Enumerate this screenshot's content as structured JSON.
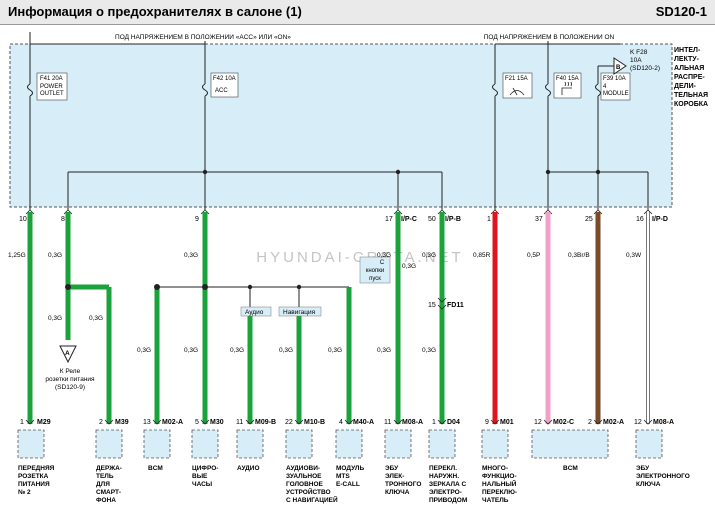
{
  "header": {
    "title": "Информация о предохранителях в салоне (1)",
    "code": "SD120-1"
  },
  "junction_box": {
    "label_lines": [
      "ИНТЕЛ-",
      "ЛЕКТУ-",
      "АЛЬНАЯ",
      "РАСПРЕ-",
      "ДЕЛИ-",
      "ТЕЛЬНАЯ",
      "КОРОБКА"
    ],
    "power_left": "ПОД НАПРЯЖЕНИЕМ В ПОЛОЖЕНИИ «ACC» ИЛИ «ON»",
    "power_right": "ПОД НАПРЯЖЕНИЕМ В ПОЛОЖЕНИИ ON"
  },
  "fuses": [
    {
      "id": "F41 20A",
      "lines": [
        "POWER",
        "OUTLET"
      ]
    },
    {
      "id": "F42 10A",
      "lines": [
        "ACC"
      ]
    },
    {
      "id": "F21 15A",
      "lines": []
    },
    {
      "id": "F40 15A",
      "lines": []
    },
    {
      "id": "F39 10A",
      "lines": [
        "4",
        "MODULE"
      ]
    }
  ],
  "k_ref_top": {
    "letter": "B",
    "lines": [
      "K F28",
      "10A",
      "(SD120-2)"
    ]
  },
  "k_ref_mid": {
    "letter": "A",
    "lines": [
      "К Реле",
      "розетки питания",
      "(SD120-9)"
    ]
  },
  "top_pins": [
    "10",
    "8",
    "9",
    "17",
    "50",
    "1",
    "37",
    "25",
    "16"
  ],
  "top_connectors": [
    "I/P-C",
    "I/P-B",
    "I/P-D"
  ],
  "wires": {
    "w1": "1,25G",
    "w2": "0,3G",
    "w3": "0,3G",
    "w4": "0,3G",
    "w5": "0,3G",
    "w6": "0,85R",
    "w7": "0,5P",
    "w8": "0,3Br/B",
    "w9": "0,3W",
    "b1": "0,3G",
    "b2": "0,3G",
    "b3": "0,3G",
    "b4": "0,3G",
    "b5": "0,3G",
    "b6": "0,3G",
    "b7": "0,3G",
    "b8": "0,3G",
    "b9": "0,3G",
    "b10": "0,3G"
  },
  "fd11": {
    "pin": "15",
    "name": "FD11"
  },
  "tags": {
    "audio": "Аудио",
    "nav": "Навигация",
    "start_lines": [
      "С",
      "кнопки",
      "пуск"
    ]
  },
  "watermark": "HYUNDAI-CRETA.NET",
  "bottom": [
    {
      "pin": "1",
      "conn": "M29",
      "lines": [
        "ПЕРЕДНЯЯ",
        "РОЗЕТКА",
        "ПИТАНИЯ",
        "№ 2"
      ]
    },
    {
      "pin": "2",
      "conn": "M39",
      "lines": [
        "ДЕРЖА-",
        "ТЕЛЬ",
        "ДЛЯ",
        "СМАРТ-",
        "ФОНА"
      ]
    },
    {
      "pin": "13",
      "conn": "M02-A",
      "lines": [
        "BCM"
      ]
    },
    {
      "pin": "5",
      "conn": "M30",
      "lines": [
        "ЦИФРО-",
        "ВЫЕ",
        "ЧАСЫ"
      ]
    },
    {
      "pin": "11",
      "conn": "M09-B",
      "lines": [
        "АУДИО"
      ]
    },
    {
      "pin": "22",
      "conn": "M10-B",
      "lines": [
        "АУДИОВИ-",
        "ЗУАЛЬНОЕ",
        "ГОЛОВНОЕ",
        "УСТРОЙСТВО",
        "С НАВИГАЦИЕЙ"
      ]
    },
    {
      "pin": "4",
      "conn": "M40-A",
      "lines": [
        "МОДУЛЬ",
        "MTS",
        "E-CALL"
      ]
    },
    {
      "pin": "11",
      "conn": "M08-A",
      "lines": [
        "ЭБУ",
        "ЭЛЕК-",
        "ТРОННОГО",
        "КЛЮЧА"
      ]
    },
    {
      "pin": "1",
      "conn": "D04",
      "lines": [
        "ПЕРЕКЛ.",
        "НАРУЖН.",
        "ЗЕРКАЛА С",
        "ЭЛЕКТРО-",
        "ПРИВОДОМ"
      ]
    },
    {
      "pin": "9",
      "conn": "M01",
      "lines": [
        "МНОГО-",
        "ФУНКЦИО-",
        "НАЛЬНЫЙ",
        "ПЕРЕКЛЮ-",
        "ЧАТЕЛЬ"
      ]
    },
    {
      "pin": "12",
      "conn": "M02-C",
      "lines": []
    },
    {
      "pin": "2",
      "conn": "M02-A",
      "lines": []
    },
    {
      "pin": "12",
      "conn": "M08-A",
      "lines": [
        "ЭБУ",
        "ЭЛЕКТРОННОГО",
        "КЛЮЧА"
      ]
    }
  ],
  "bcm_label": "BCM",
  "colors": {
    "green": "#1aa33a",
    "red": "#e0141c",
    "pink": "#f2a0c8",
    "brown": "#7a4a2a",
    "box": "#d7eef8"
  }
}
